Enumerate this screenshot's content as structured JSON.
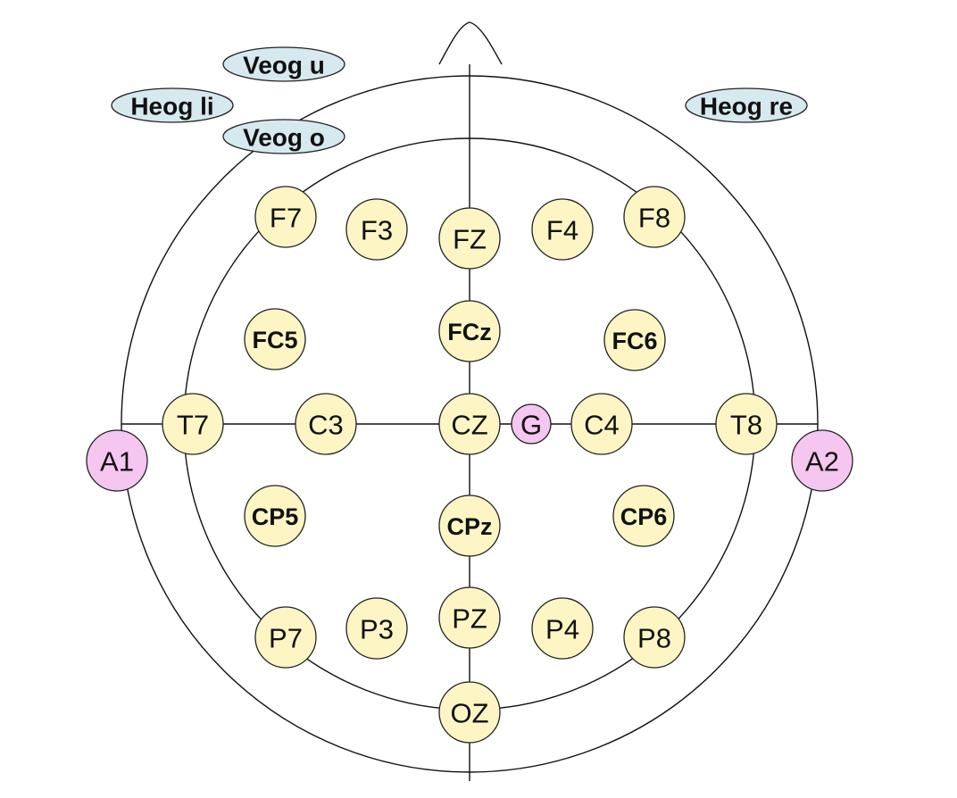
{
  "colors": {
    "electrode_fill": "#fdf6c4",
    "reference_fill": "#f5c6f0",
    "eog_fill": "#d6e9ef",
    "outline": "#222222"
  },
  "eog_labels": [
    "Veog u",
    "Heog li",
    "Veog o",
    "Heog re"
  ],
  "electrodes": [
    {
      "label": "F7",
      "type": "standard",
      "weight": "normal"
    },
    {
      "label": "F3",
      "type": "standard",
      "weight": "normal"
    },
    {
      "label": "FZ",
      "type": "standard",
      "weight": "normal"
    },
    {
      "label": "F4",
      "type": "standard",
      "weight": "normal"
    },
    {
      "label": "F8",
      "type": "standard",
      "weight": "normal"
    },
    {
      "label": "FC5",
      "type": "standard",
      "weight": "bold"
    },
    {
      "label": "FCz",
      "type": "standard",
      "weight": "bold"
    },
    {
      "label": "FC6",
      "type": "standard",
      "weight": "bold"
    },
    {
      "label": "T7",
      "type": "standard",
      "weight": "normal"
    },
    {
      "label": "C3",
      "type": "standard",
      "weight": "normal"
    },
    {
      "label": "CZ",
      "type": "standard",
      "weight": "normal"
    },
    {
      "label": "G",
      "type": "reference",
      "weight": "normal"
    },
    {
      "label": "C4",
      "type": "standard",
      "weight": "normal"
    },
    {
      "label": "T8",
      "type": "standard",
      "weight": "normal"
    },
    {
      "label": "A1",
      "type": "reference",
      "weight": "normal"
    },
    {
      "label": "A2",
      "type": "reference",
      "weight": "normal"
    },
    {
      "label": "CP5",
      "type": "standard",
      "weight": "bold"
    },
    {
      "label": "CPz",
      "type": "standard",
      "weight": "bold"
    },
    {
      "label": "CP6",
      "type": "standard",
      "weight": "bold"
    },
    {
      "label": "P7",
      "type": "standard",
      "weight": "normal"
    },
    {
      "label": "P3",
      "type": "standard",
      "weight": "normal"
    },
    {
      "label": "PZ",
      "type": "standard",
      "weight": "normal"
    },
    {
      "label": "P4",
      "type": "standard",
      "weight": "normal"
    },
    {
      "label": "P8",
      "type": "standard",
      "weight": "normal"
    },
    {
      "label": "OZ",
      "type": "standard",
      "weight": "normal"
    }
  ]
}
